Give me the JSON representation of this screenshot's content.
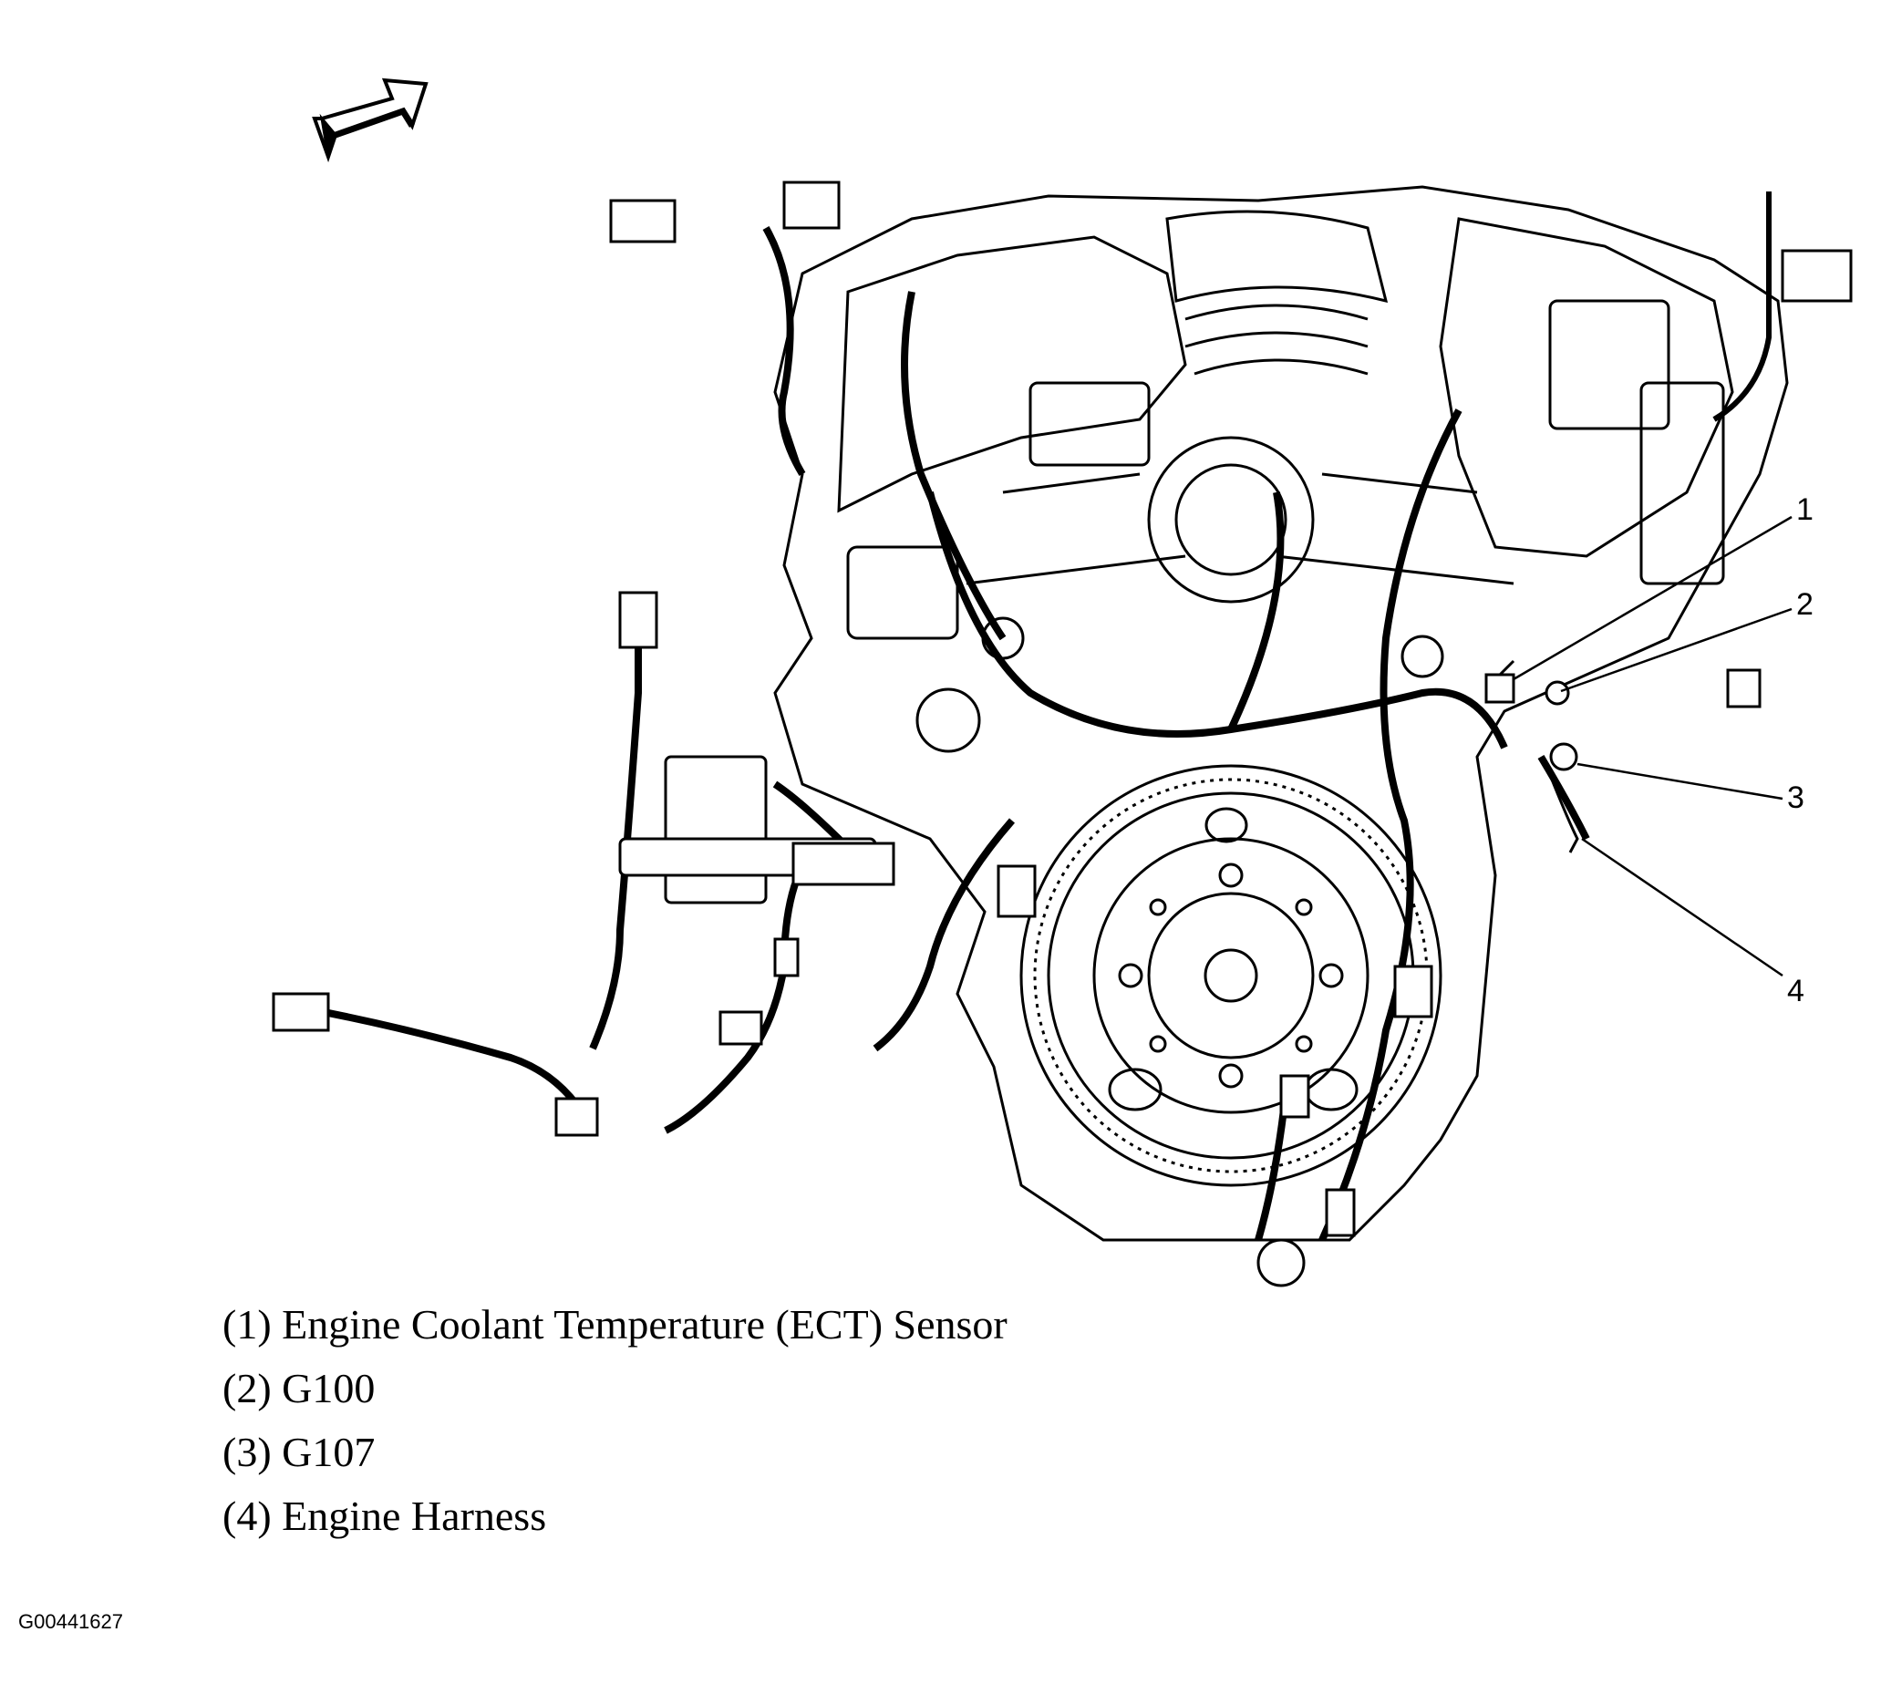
{
  "callouts": [
    {
      "number": "1"
    },
    {
      "number": "2"
    },
    {
      "number": "3"
    },
    {
      "number": "4"
    }
  ],
  "legend": [
    {
      "text": "(1) Engine Coolant Temperature (ECT) Sensor"
    },
    {
      "text": "(2) G100"
    },
    {
      "text": "(3) G107"
    },
    {
      "text": "(4) Engine Harness"
    }
  ],
  "figure_id": "G00441627",
  "icons": [
    "direction-arrow-icon"
  ]
}
